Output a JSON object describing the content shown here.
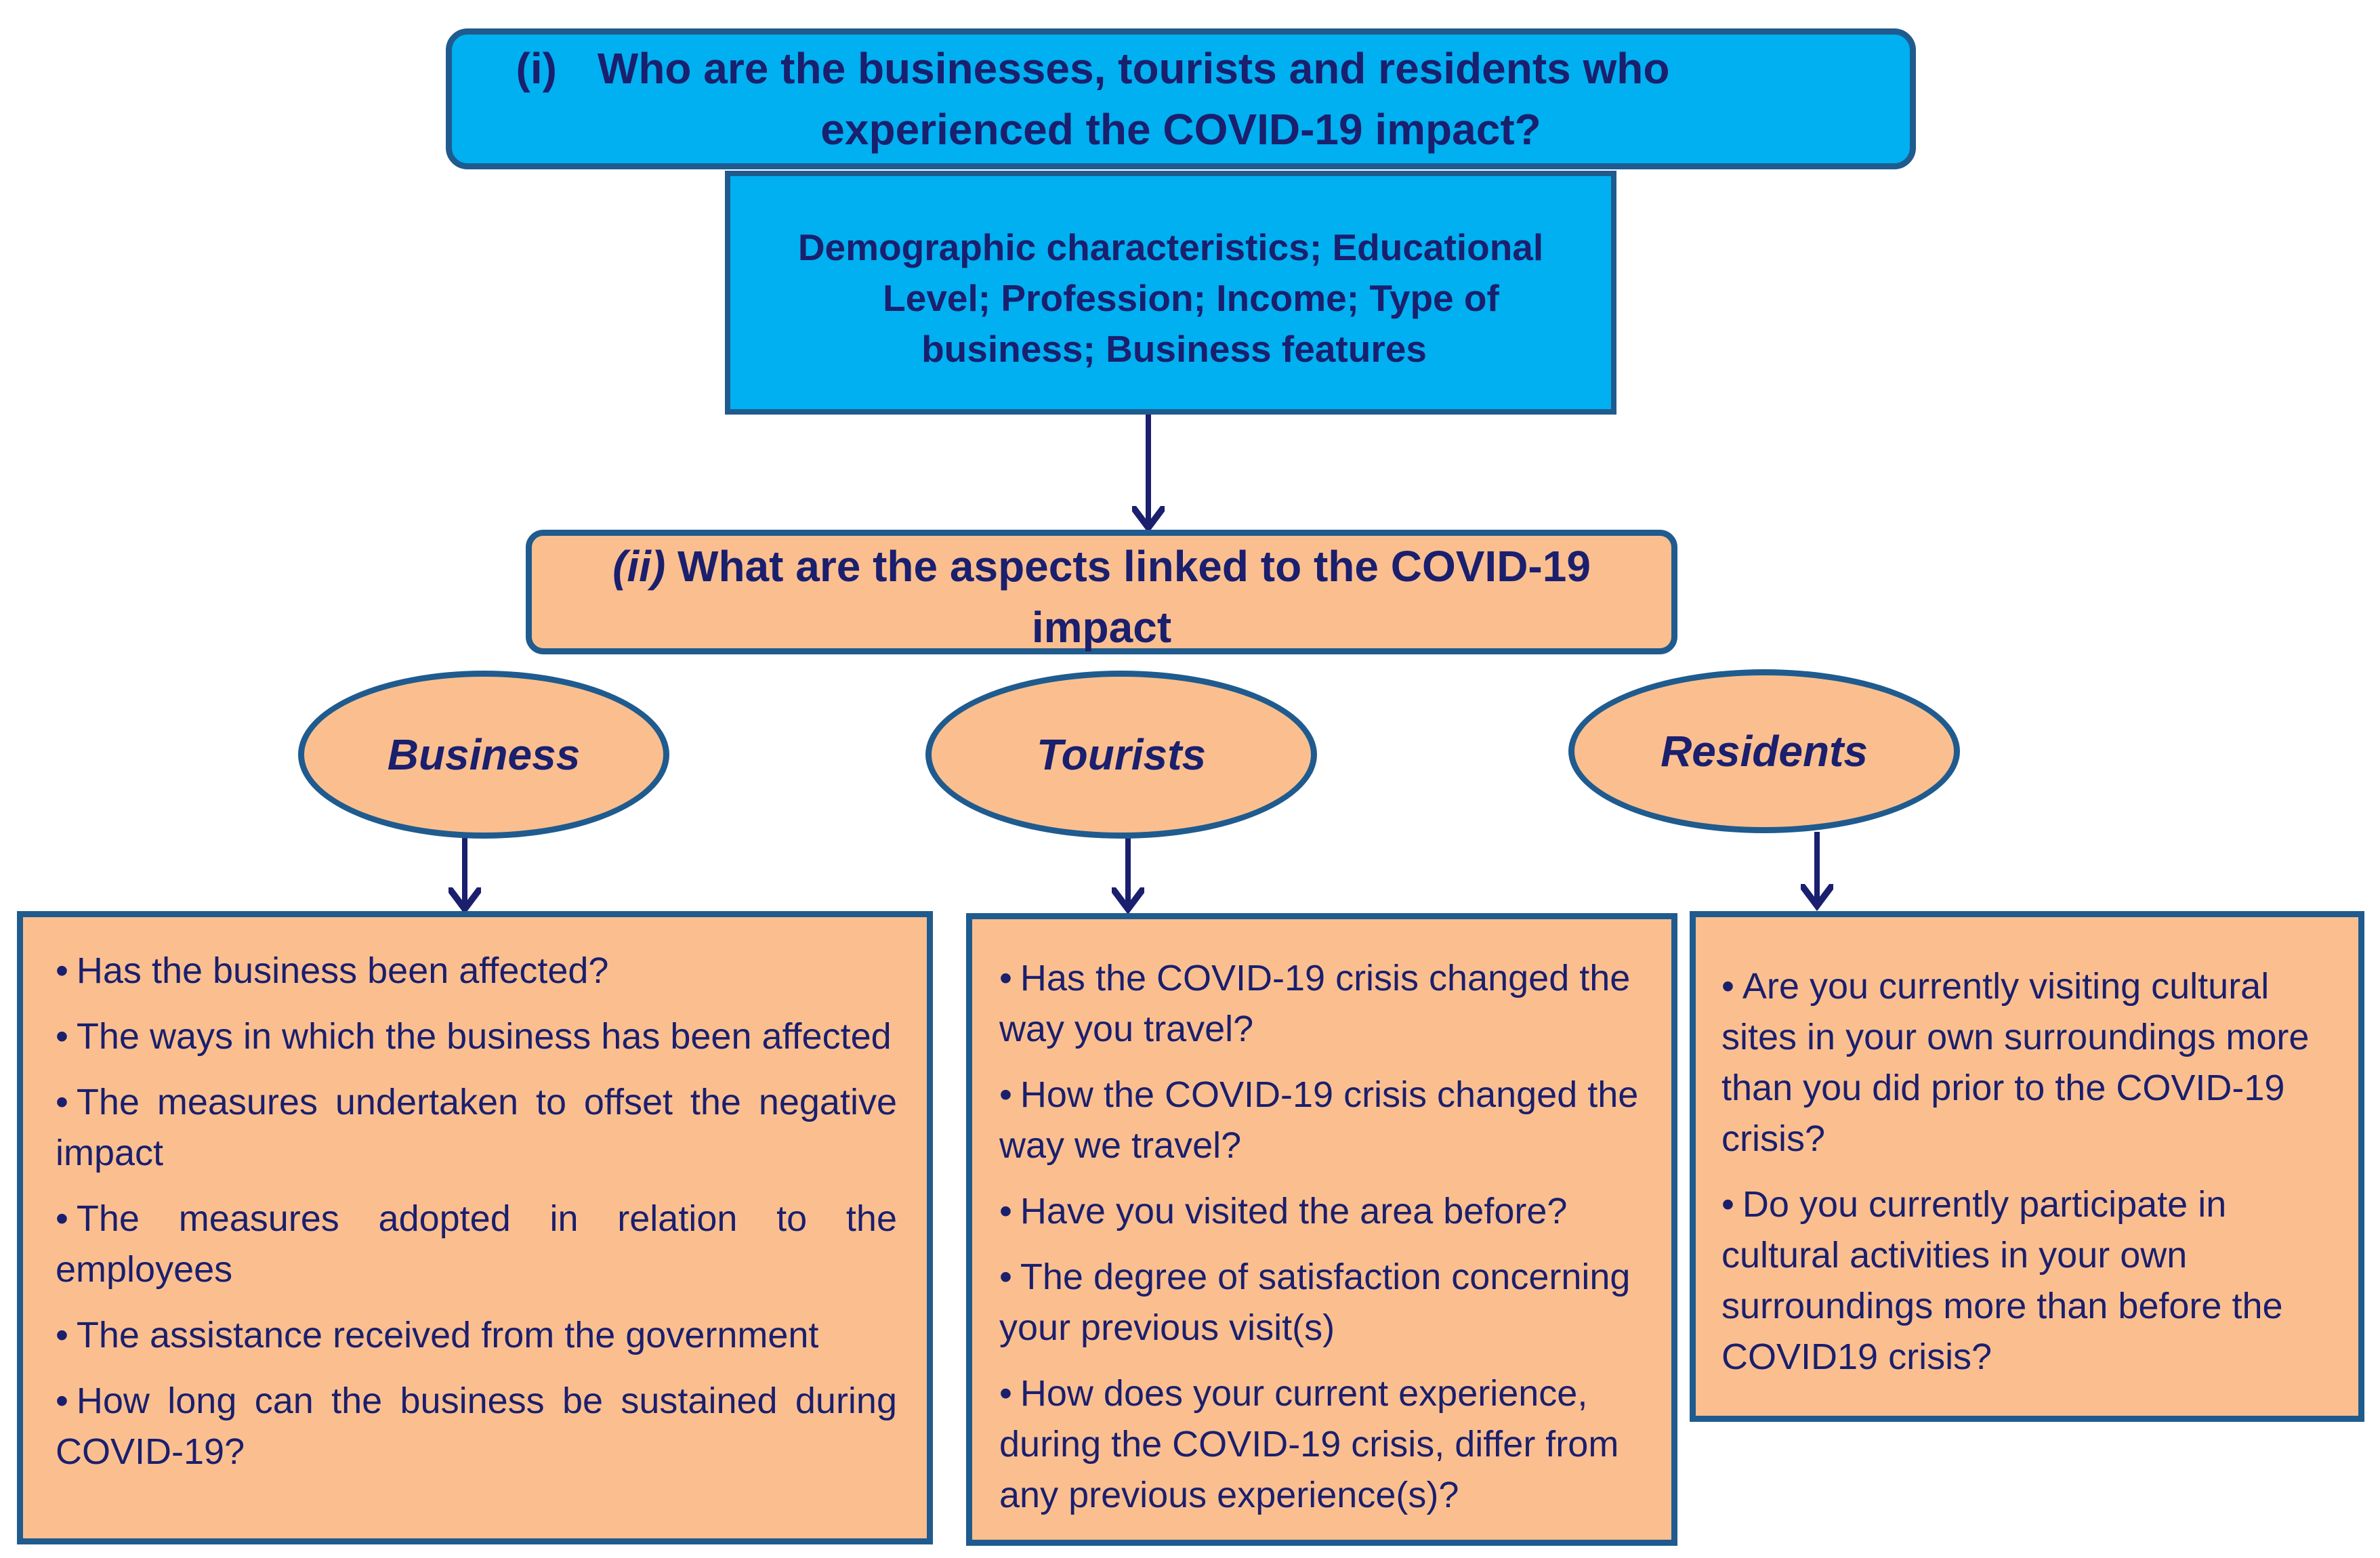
{
  "question_one": {
    "number": "(i)",
    "line1": "Who are the businesses, tourists and residents  who",
    "line2": "experienced the  COVID-19 impact?"
  },
  "demographics": {
    "line1": "Demographic characteristics; Educational",
    "line2": "Level; Profession; Income; Type of",
    "line3": "business;  Business features"
  },
  "question_two": {
    "number": "(ii)",
    "line1": "What are the aspects linked to the COVID-19",
    "line2": "impact"
  },
  "categories": {
    "business": "Business",
    "tourists": "Tourists",
    "residents": "Residents"
  },
  "business_items": [
    "Has the business been affected?",
    "The ways in which the business has been affected",
    "The measures undertaken to offset the negative impact",
    "The measures adopted in relation to the employees",
    "The assistance received from the government",
    "How long can the business be sustained during COVID-19?"
  ],
  "tourists_items": [
    "Has the COVID-19 crisis changed the way you travel?",
    "How the COVID-19 crisis changed the way  we travel?",
    "Have you visited the area before?",
    "The  degree of satisfaction concerning your previous visit(s)",
    "How does your current experience, during the COVID-19 crisis, differ from any previous experience(s)?"
  ],
  "residents_items": [
    "Are you currently visiting cultural sites in your own surroundings more than you did prior to the COVID-19 crisis?",
    "Do you currently participate in cultural activities  in your own surroundings more than before the COVID19 crisis?"
  ],
  "colors": {
    "blue_fill": "#00b0f0",
    "peach_fill": "#fbbf8f",
    "border": "#1f5b8e",
    "text": "#1a1f6e"
  }
}
